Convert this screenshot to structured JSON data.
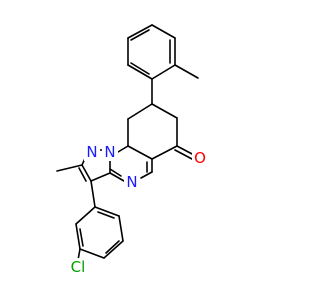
{
  "molecule": {
    "atoms": [
      {
        "id": "n1",
        "symbol": "N",
        "color": "#1a1aff"
      },
      {
        "id": "n2",
        "symbol": "N",
        "color": "#1a1aff"
      },
      {
        "id": "n3",
        "symbol": "N",
        "color": "#1a1aff"
      },
      {
        "id": "o1",
        "symbol": "O",
        "color": "#ff0000"
      },
      {
        "id": "cl1",
        "symbol": "Cl",
        "color": "#00a000"
      }
    ]
  }
}
